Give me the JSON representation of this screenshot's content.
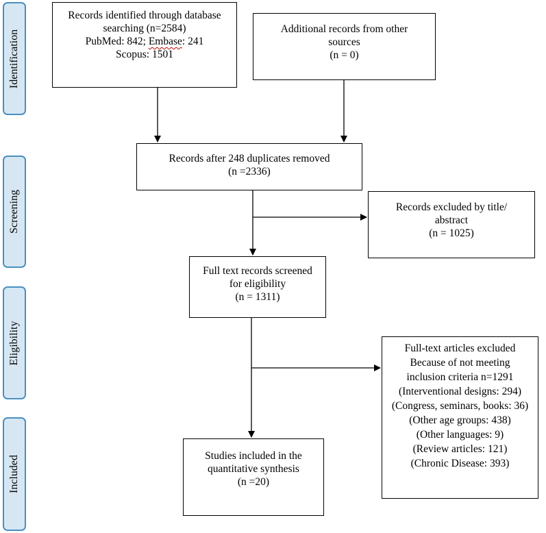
{
  "stages": [
    {
      "id": "identification",
      "label": "Identification"
    },
    {
      "id": "screening",
      "label": "Screening"
    },
    {
      "id": "eligibility",
      "label": "Eligibility"
    },
    {
      "id": "included",
      "label": "Included"
    }
  ],
  "boxes": {
    "database_records": {
      "line1": "Records identified through database",
      "line2": "searching (n=2584)",
      "line3_pre": "PubMed: 842;  ",
      "line3_flag": "Embase",
      "line3_post": ": 241",
      "line4": "Scopus: 1501"
    },
    "other_sources": {
      "line1": "Additional records from other",
      "line2": "sources",
      "line3": "(n = 0)"
    },
    "after_duplicates": {
      "line1": "Records after 248 duplicates removed",
      "line2": "(n =2336)"
    },
    "excluded_title": {
      "line1": "Records excluded by title/",
      "line2": "abstract",
      "line3": "(n = 1025)"
    },
    "full_text_screened": {
      "line1": "Full text records screened",
      "line2": "for eligibility",
      "line3": "(n = 1311)"
    },
    "full_text_excluded": {
      "line1": "Full-text articles excluded",
      "line2": "Because of not meeting",
      "line3": "inclusion criteria n=1291",
      "line4": "(Interventional designs: 294)",
      "line5": "(Congress, seminars, books: 36)",
      "line6": "(Other age groups: 438)",
      "line7": "(Other languages: 9)",
      "line8": "(Review articles: 121)",
      "line9": "(Chronic Disease: 393)"
    },
    "studies_included": {
      "line1": "Studies included in the",
      "line2": "quantitative synthesis",
      "line3": "(n =20)"
    }
  },
  "colors": {
    "stage_fill": "#d6e7f3",
    "stage_border": "#4a8fc0",
    "spellcheck_underline": "#c00000"
  }
}
